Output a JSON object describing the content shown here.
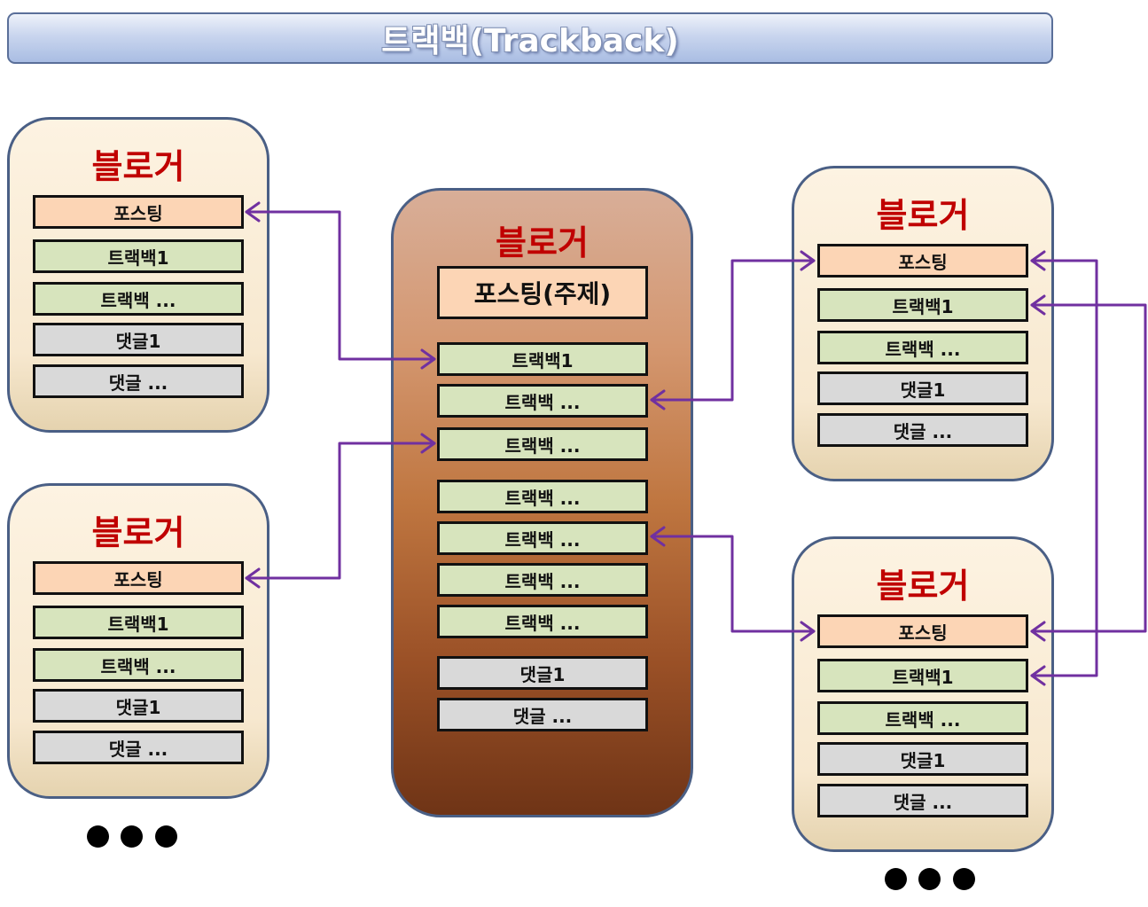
{
  "title": "트랙백(Trackback)",
  "colors": {
    "arrow": "#7030a0",
    "panel_title": "#c00000",
    "posting_fill": "#fcd5b5",
    "trackback_fill": "#d7e4bd",
    "comment_fill": "#d9d9d9"
  },
  "panels": {
    "top_left": {
      "title": "블로거",
      "items": [
        "포스팅",
        "트랙백1",
        "트랙백 ...",
        "댓글1",
        "댓글 ..."
      ]
    },
    "bottom_left": {
      "title": "블로거",
      "items": [
        "포스팅",
        "트랙백1",
        "트랙백 ...",
        "댓글1",
        "댓글 ..."
      ]
    },
    "center": {
      "title": "블로거",
      "items": [
        "포스팅(주제)",
        "트랙백1",
        "트랙백 ...",
        "트랙백 ...",
        "트랙백 ...",
        "트랙백 ...",
        "트랙백 ...",
        "트랙백 ...",
        "댓글1",
        "댓글 ..."
      ]
    },
    "top_right": {
      "title": "블로거",
      "items": [
        "포스팅",
        "트랙백1",
        "트랙백 ...",
        "댓글1",
        "댓글 ..."
      ]
    },
    "bottom_right": {
      "title": "블로거",
      "items": [
        "포스팅",
        "트랙백1",
        "트랙백 ...",
        "댓글1",
        "댓글 ..."
      ]
    }
  },
  "ellipsis_dots": {
    "left": "more-bloggers",
    "right": "more-bloggers"
  }
}
